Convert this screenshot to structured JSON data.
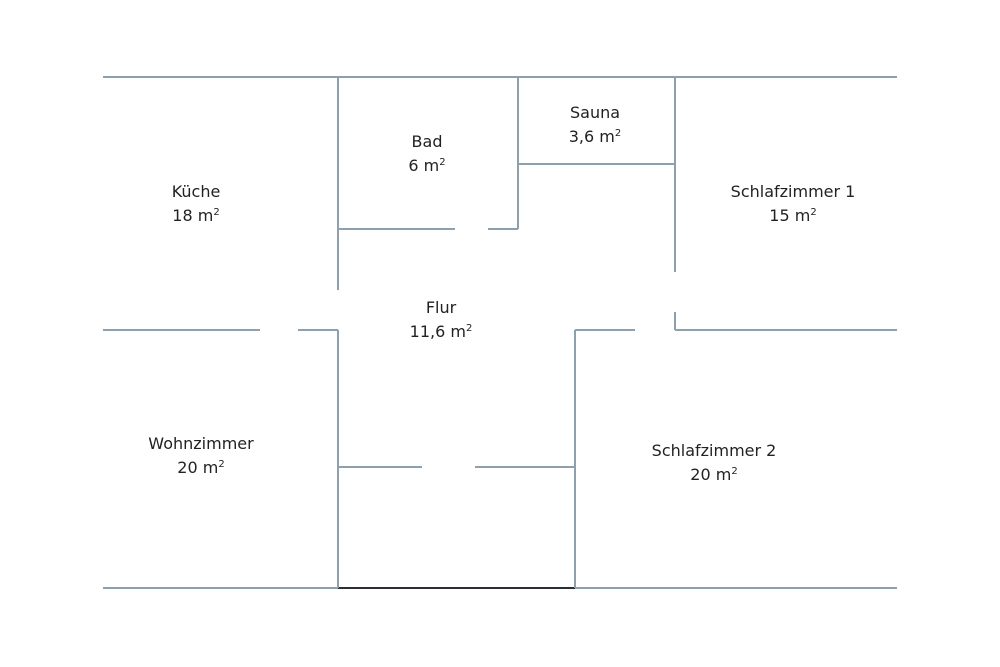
{
  "rooms": {
    "kueche": {
      "name": "Küche",
      "area": "18",
      "unit": "m",
      "exp": "2"
    },
    "bad": {
      "name": "Bad",
      "area": "6",
      "unit": "m",
      "exp": "2"
    },
    "sauna": {
      "name": "Sauna",
      "area": "3,6",
      "unit": "m",
      "exp": "2"
    },
    "schlafzimmer1": {
      "name": "Schlafzimmer 1",
      "area": "15",
      "unit": "m",
      "exp": "2"
    },
    "flur": {
      "name": "Flur",
      "area": "11,6",
      "unit": "m",
      "exp": "2"
    },
    "wohnzimmer": {
      "name": "Wohnzimmer",
      "area": "20",
      "unit": "m",
      "exp": "2"
    },
    "schlafzimmer2": {
      "name": "Schlafzimmer 2",
      "area": "20",
      "unit": "m",
      "exp": "2"
    }
  },
  "colors": {
    "wall": "#8fa0ad",
    "wall_dark": "#2b2f33",
    "text": "#222222"
  }
}
